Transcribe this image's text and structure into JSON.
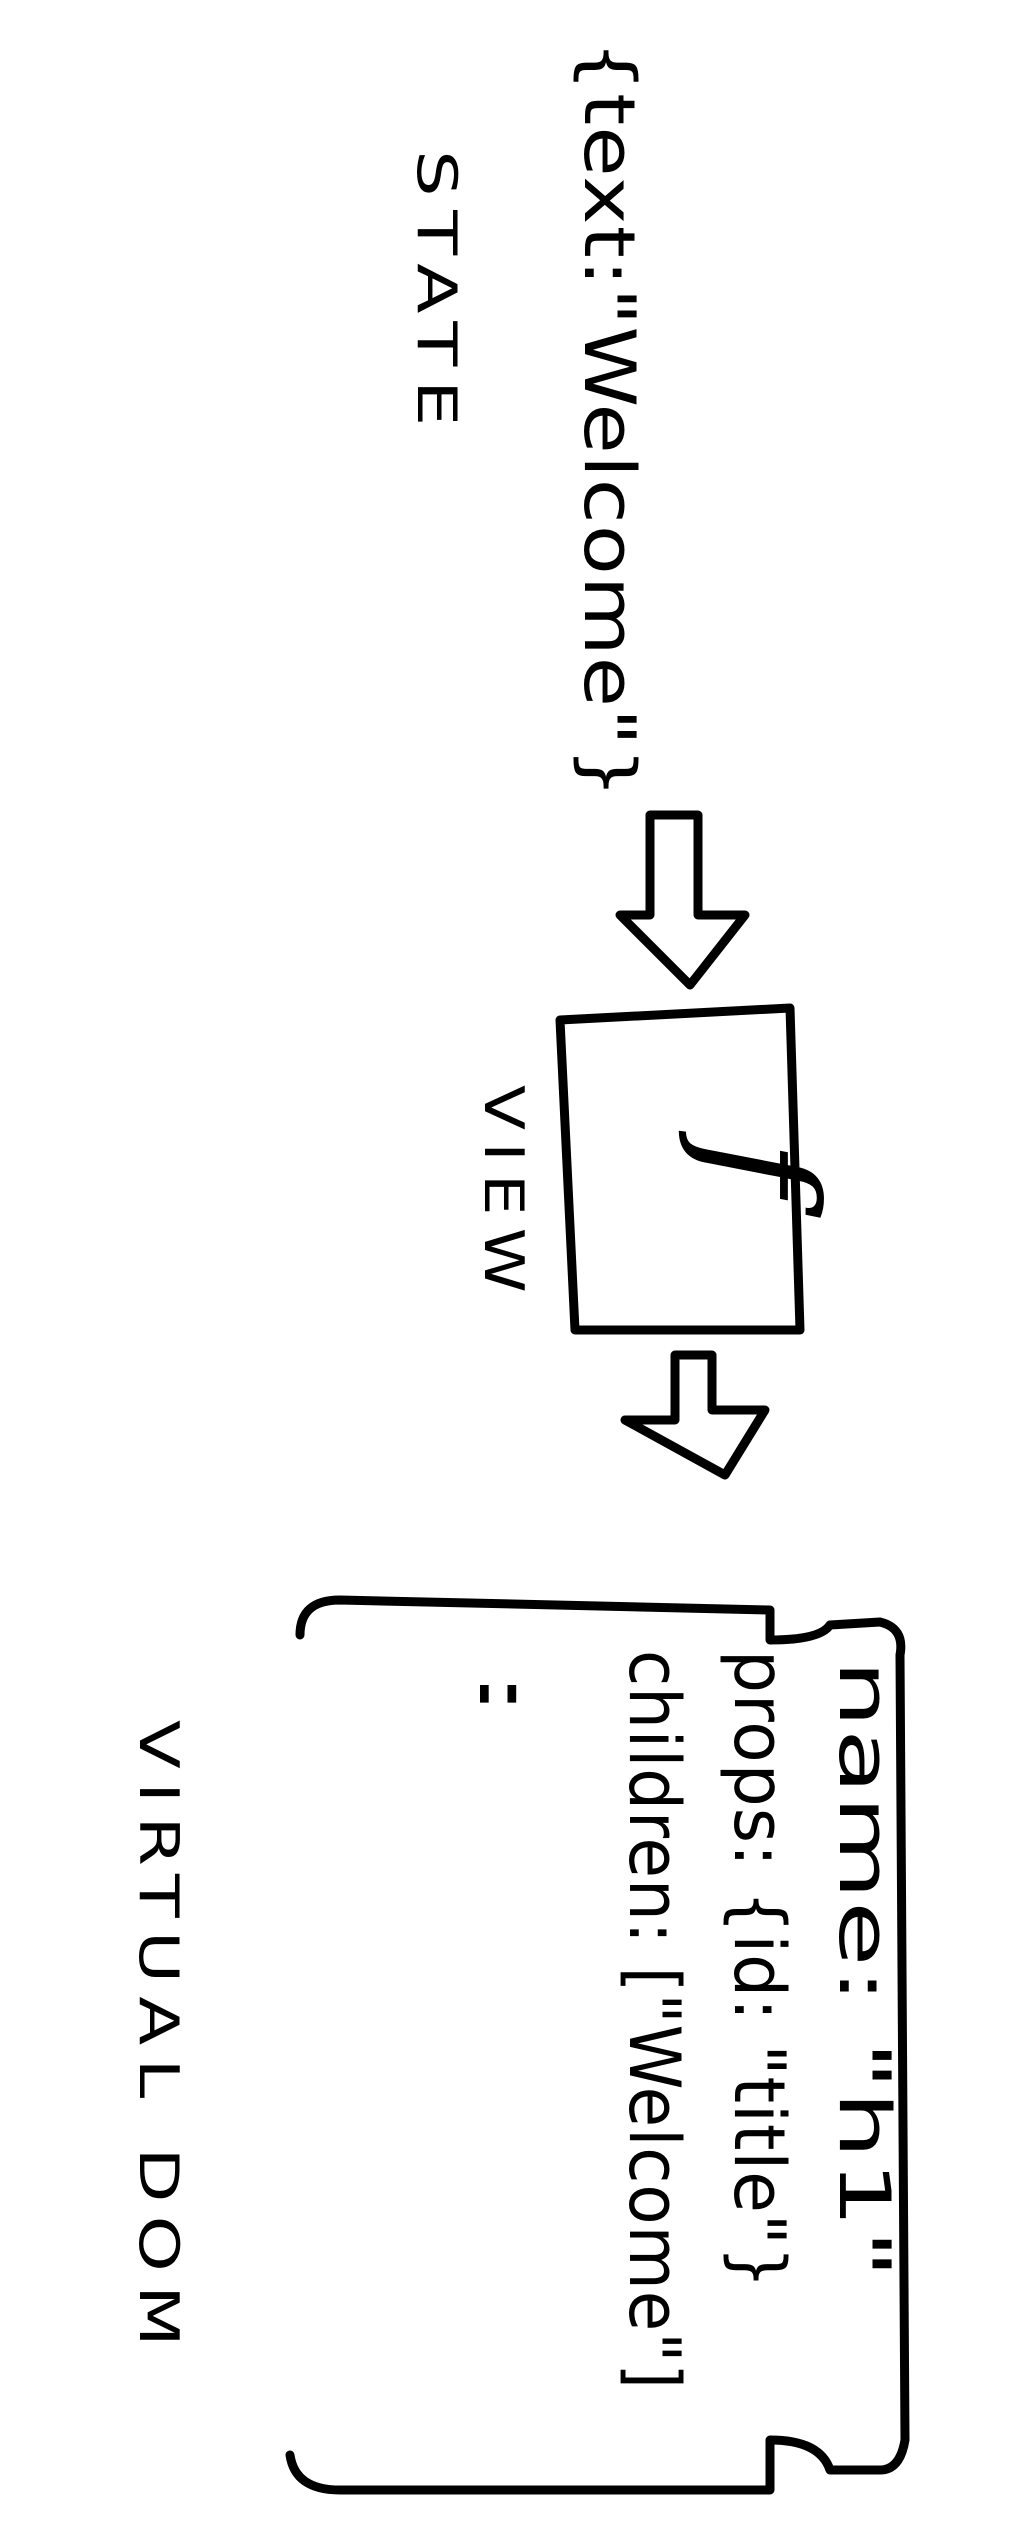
{
  "state": {
    "code": "{text:\"Welcome\"}",
    "caption": "STATE"
  },
  "view": {
    "symbol": "f",
    "caption": "VIEW"
  },
  "virtual_dom": {
    "lines": [
      "name: \"h1\"",
      "props: {id: \"title\"}",
      "children: [\"Welcome\"]",
      ":"
    ],
    "caption": "VIRTUAL DOM"
  },
  "colors": {
    "ink": "#000000",
    "paper": "#ffffff"
  }
}
